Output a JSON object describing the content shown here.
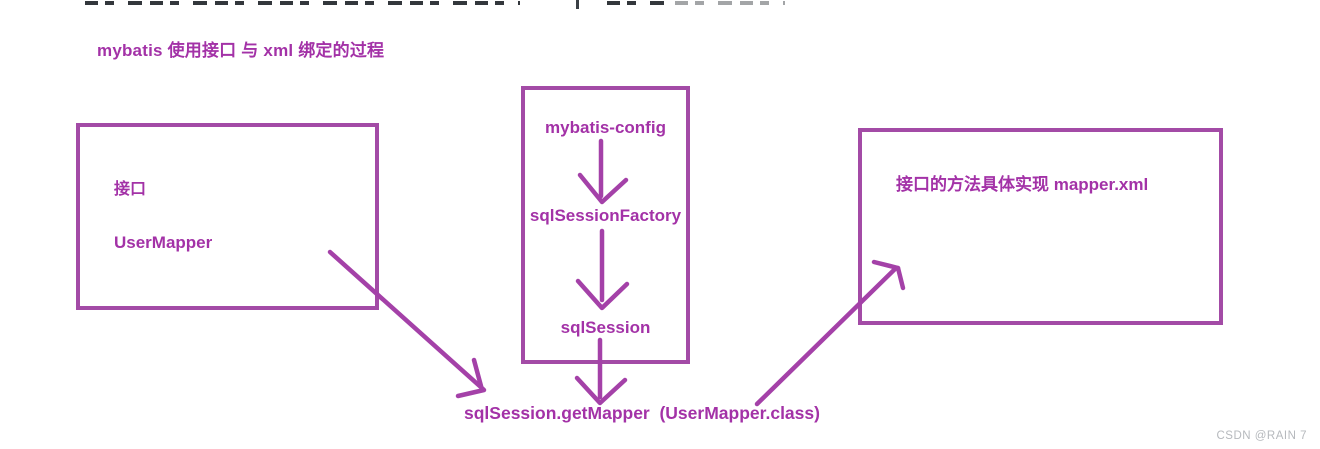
{
  "title": "mybatis 使用接口 与 xml 绑定的过程",
  "nodes": {
    "interface_box": {
      "title": "接口",
      "subtitle": "UserMapper"
    },
    "config_flow_box": {
      "steps": [
        "mybatis-config",
        "sqlSessionFactory",
        "sqlSession"
      ]
    },
    "mapper_xml_box": {
      "label": "接口的方法具体实现 mapper.xml"
    },
    "get_mapper_label": "sqlSession.getMapper  (UserMapper.class)"
  },
  "edges": [
    {
      "from": "mybatis-config",
      "to": "sqlSessionFactory",
      "direction": "down"
    },
    {
      "from": "sqlSessionFactory",
      "to": "sqlSession",
      "direction": "down"
    },
    {
      "from": "sqlSession",
      "to": "sqlSession.getMapper  (UserMapper.class)",
      "direction": "down"
    },
    {
      "from": "UserMapper",
      "to": "sqlSession.getMapper  (UserMapper.class)",
      "direction": "down-right"
    },
    {
      "from": "sqlSession.getMapper  (UserMapper.class)",
      "to": "接口的方法具体实现 mapper.xml",
      "direction": "up-right"
    }
  ],
  "watermark": "CSDN @RAIN 7",
  "colors": {
    "purple_text": "#A332A7",
    "purple_border": "#A34BA6",
    "purple_arrow": "#A441A8",
    "watermark_gray": "#B6B9BD",
    "clipped_text_dark": "#33373C",
    "background": "#FFFFFF"
  }
}
